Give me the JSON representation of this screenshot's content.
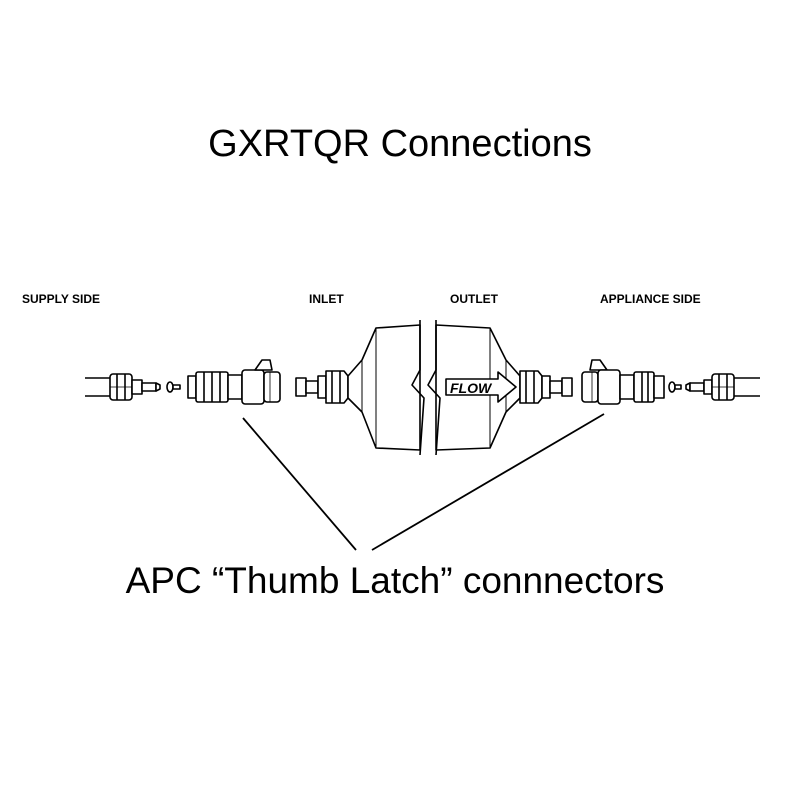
{
  "title": "GXRTQR Connections",
  "labels": {
    "supply_side": "SUPPLY SIDE",
    "inlet": "INLET",
    "outlet": "OUTLET",
    "appliance_side": "APPLIANCE SIDE"
  },
  "flow_label": "FLOW",
  "caption": "APC “Thumb Latch” connnectors",
  "colors": {
    "ink": "#000000",
    "background": "#ffffff"
  }
}
